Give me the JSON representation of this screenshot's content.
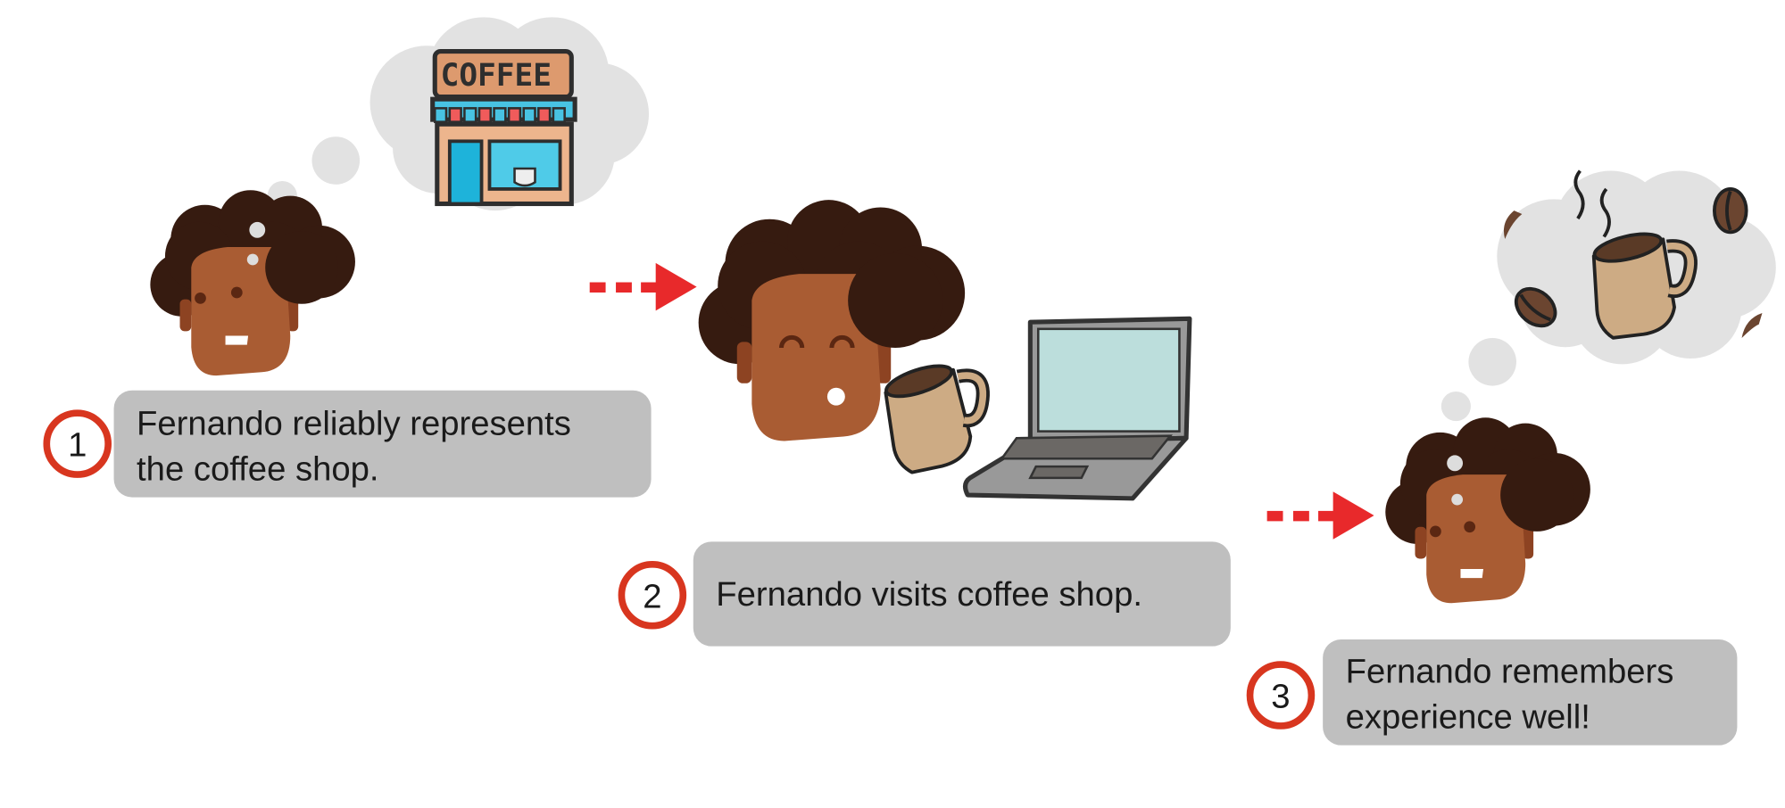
{
  "steps": [
    {
      "number": "1",
      "caption_lines": [
        "Fernando reliably represents",
        "the coffee shop."
      ]
    },
    {
      "number": "2",
      "caption_lines": [
        "Fernando visits coffee shop."
      ]
    },
    {
      "number": "3",
      "caption_lines": [
        "Fernando remembers",
        "experience well!"
      ]
    }
  ],
  "shop_sign": "COFFEE",
  "colors": {
    "arrow": "#e8292b",
    "badge_ring": "#d8361f",
    "caption_bg": "#bfbfbf",
    "skin": "#a95c33",
    "hair": "#361b10",
    "cloud": "#e2e2e2"
  }
}
